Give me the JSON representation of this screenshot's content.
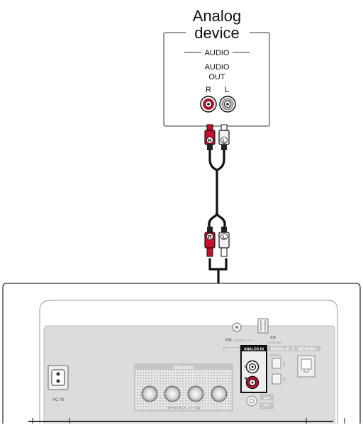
{
  "device": {
    "title_line1": "Analog",
    "title_line2": "device",
    "section_label": "AUDIO",
    "out_label_line1": "AUDIO",
    "out_label_line2": "OUT",
    "channel_r": "R",
    "channel_l": "L"
  },
  "plug_letters": {
    "right": "R",
    "left": "L"
  },
  "receiver": {
    "fm_label": "FM",
    "fm_sub": "COAXIAL 75Ω",
    "am_label": "AM",
    "am_sub": "LOOP ANT.",
    "antenna_label": "ANTENNA",
    "analog_in_label": "ANALOG IN",
    "digital_in_label": "DIGITAL IN",
    "optical_label": "OPTICAL",
    "network_label": "NETWORK",
    "speakers_label": "SPEAKERS",
    "impedance_label": "IMPEDANCE : 4 ~ 16Ω",
    "sub_label_line1": "SUB",
    "sub_label_line2": "WOOFER",
    "sub_label_line3": "OUT",
    "ac_in_label": "AC IN",
    "analog_in_r": "R",
    "analog_in_l": "L"
  },
  "colors": {
    "red_plug": "#c8102e",
    "cable": "#111111",
    "panel": "#dcdcdc",
    "highlight": "#1a1a1a"
  }
}
